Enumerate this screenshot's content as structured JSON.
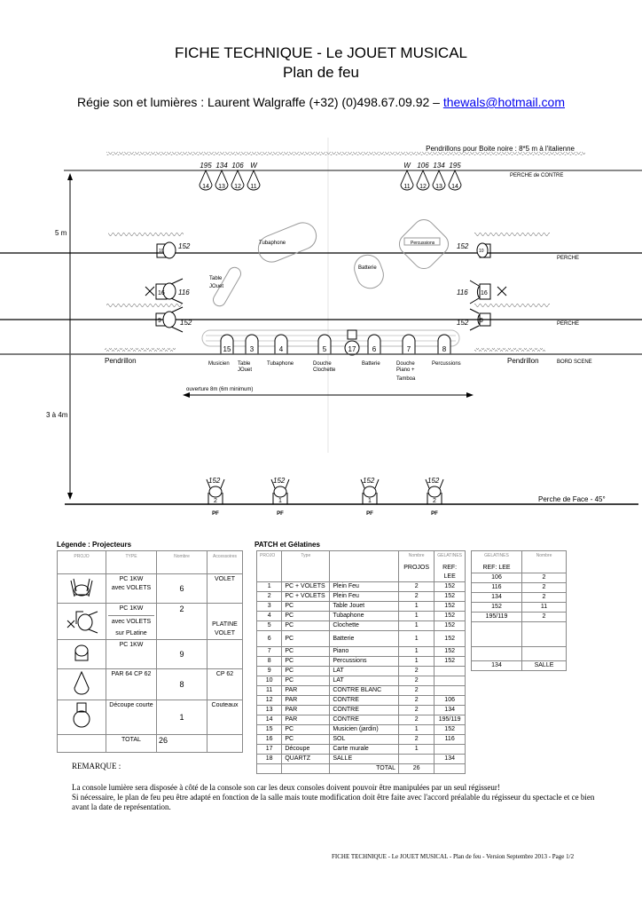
{
  "header": {
    "title": "FICHE TECHNIQUE - Le JOUET MUSICAL",
    "subtitle": "Plan de feu",
    "contact_prefix": "Régie son et lumières : Laurent Walgraffe (+32) (0)498.67.09.92 – ",
    "contact_email": "thewals@hotmail.com"
  },
  "plan": {
    "pendrillons_note": "Pendrillons pour Boite noire : 8*5 m à l'italienne",
    "contre_left_gels": [
      "195",
      "134",
      "106",
      "W"
    ],
    "contre_left_nums": [
      "14",
      "13",
      "12",
      "11"
    ],
    "contre_right_gels": [
      "W",
      "106",
      "134",
      "195"
    ],
    "contre_right_nums": [
      "11",
      "12",
      "13",
      "14"
    ],
    "perche_contre_label": "PERCHE de CONTRE",
    "perche_label": "PERCHE",
    "dim_5m": "5 m",
    "dim_3a4m": "3 à 4m",
    "gel_152": "152",
    "gel_116": "116",
    "proj_10": "10",
    "proj_16": "16",
    "proj_9": "9",
    "zones": {
      "tubaphone": "Tubaphone",
      "percussions": "Percussions",
      "batterie": "Batterie",
      "table_jouet_1": "Table",
      "table_jouet_2": "JOuet"
    },
    "front_projs": [
      "15",
      "3",
      "4",
      "5",
      "17",
      "6",
      "7",
      "8"
    ],
    "front_labels": {
      "musicien": "Musicien",
      "table1": "Table",
      "table2": "JOuet",
      "tubaphone": "Tubaphone",
      "douche1": "Douche",
      "douche2": "Clochette",
      "batterie": "Batterie",
      "piano1": "Douche",
      "piano2": "Piano +",
      "piano3": "Tamboa",
      "percussions": "Percussions"
    },
    "pendrillon": "Pendrillon",
    "bord_scene": "BORD SCENE",
    "ouverture": "ouverture 8m (6m minimum)",
    "face_projs": [
      "2",
      "1",
      "1",
      "2"
    ],
    "face_gel": "152",
    "pf": "PF",
    "perche_face_label": "Perche de Face - 45°"
  },
  "legend": {
    "title": "Légende : Projecteurs",
    "headers": [
      "PROJO",
      "TYPE",
      "Nombre",
      "Accessoires"
    ],
    "rows": [
      {
        "icon": "pc-volets-icon",
        "type1": "PC 1KW",
        "type2": "avec VOLETS",
        "type3": "",
        "count": "6",
        "acc": "VOLET"
      },
      {
        "icon": "pc-platine-icon",
        "type1": "PC 1KW",
        "type2": "avec VOLETS",
        "type3": "sur PLatine",
        "count": "2",
        "acc": "PLATINE VOLET"
      },
      {
        "icon": "pc-icon",
        "type1": "PC 1KW",
        "type2": "",
        "type3": "",
        "count": "9",
        "acc": ""
      },
      {
        "icon": "par-icon",
        "type1": "PAR 64 CP 62",
        "type2": "",
        "type3": "",
        "count": "8",
        "acc": "CP 62"
      },
      {
        "icon": "decoupe-icon",
        "type1": "Découpe courte",
        "type2": "",
        "type3": "",
        "count": "1",
        "acc": "Couteaux"
      }
    ],
    "total_label": "TOTAL",
    "total": "26"
  },
  "patch": {
    "title": "PATCH et Gélatines",
    "headers": [
      "PROJO",
      "Type",
      "",
      "Nombre",
      "GELATINES"
    ],
    "subheaders": [
      "",
      "",
      "",
      "PROJOS",
      "REF: LEE"
    ],
    "rows": [
      [
        "1",
        "PC + VOLETS",
        "Plein Feu",
        "2",
        "152"
      ],
      [
        "2",
        "PC + VOLETS",
        "Plein Feu",
        "2",
        "152"
      ],
      [
        "3",
        "PC",
        "Table Jouet",
        "1",
        "152"
      ],
      [
        "4",
        "PC",
        "Tubaphone",
        "1",
        "152"
      ],
      [
        "5",
        "PC",
        "Clochette",
        "1",
        "152"
      ],
      [
        "6",
        "PC",
        "Batterie",
        "1",
        "152"
      ],
      [
        "7",
        "PC",
        "Piano",
        "1",
        "152"
      ],
      [
        "8",
        "PC",
        "Percussions",
        "1",
        "152"
      ],
      [
        "9",
        "PC",
        "LAT",
        "2",
        ""
      ],
      [
        "10",
        "PC",
        "LAT",
        "2",
        ""
      ],
      [
        "11",
        "PAR",
        "CONTRE BLANC",
        "2",
        ""
      ],
      [
        "12",
        "PAR",
        "CONTRE",
        "2",
        "106"
      ],
      [
        "13",
        "PAR",
        "CONTRE",
        "2",
        "134"
      ],
      [
        "14",
        "PAR",
        "CONTRE",
        "2",
        "195/119"
      ],
      [
        "15",
        "PC",
        "Musicien (jardin)",
        "1",
        "152"
      ],
      [
        "16",
        "PC",
        "SOL",
        "2",
        "116"
      ],
      [
        "17",
        "Découpe",
        "Carte murale",
        "1",
        ""
      ],
      [
        "18",
        "QUARTZ",
        "SALLE",
        "",
        "134"
      ]
    ],
    "total_label": "TOTAL",
    "total": "26"
  },
  "gels": {
    "headers": [
      "GELATINES",
      "Nombre"
    ],
    "subheader": "REF: LEE",
    "rows": [
      [
        "106",
        "2"
      ],
      [
        "116",
        "2"
      ],
      [
        "134",
        "2"
      ],
      [
        "152",
        "11"
      ],
      [
        "195/119",
        "2"
      ],
      [
        "",
        ""
      ],
      [
        "",
        ""
      ],
      [
        "134",
        "SALLE"
      ]
    ]
  },
  "remark": {
    "title": "REMARQUE :",
    "line1": "La console lumière sera disposée à côté de la console son car les deux consoles doivent pouvoir être manipulées par un seul régisseur!",
    "line2": "Si nécessaire, le plan de feu peu être adapté en fonction de la salle mais toute modification doit être faite avec l'accord préalable du régisseur du spectacle et ce bien avant la date de représentation."
  },
  "footer": "FICHE TECHNIQUE - Le JOUET MUSICAL - Plan de feu - Version Septembre 2013 - Page 1/2"
}
